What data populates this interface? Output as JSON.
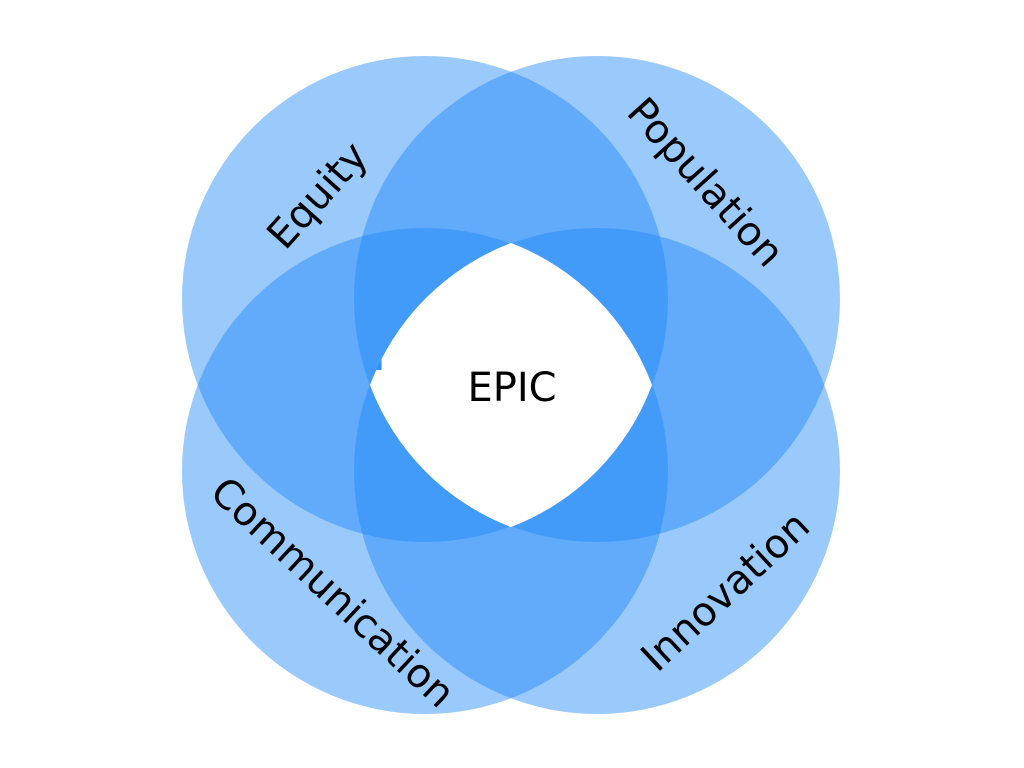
{
  "diagram": {
    "center_label": "EPIC",
    "circle_color": "#1e88f8",
    "circles": [
      {
        "name": "equity",
        "label": "Equity"
      },
      {
        "name": "population",
        "label": "Population"
      },
      {
        "name": "communication",
        "label": "Communication"
      },
      {
        "name": "innovation",
        "label": "Innovation"
      }
    ]
  }
}
